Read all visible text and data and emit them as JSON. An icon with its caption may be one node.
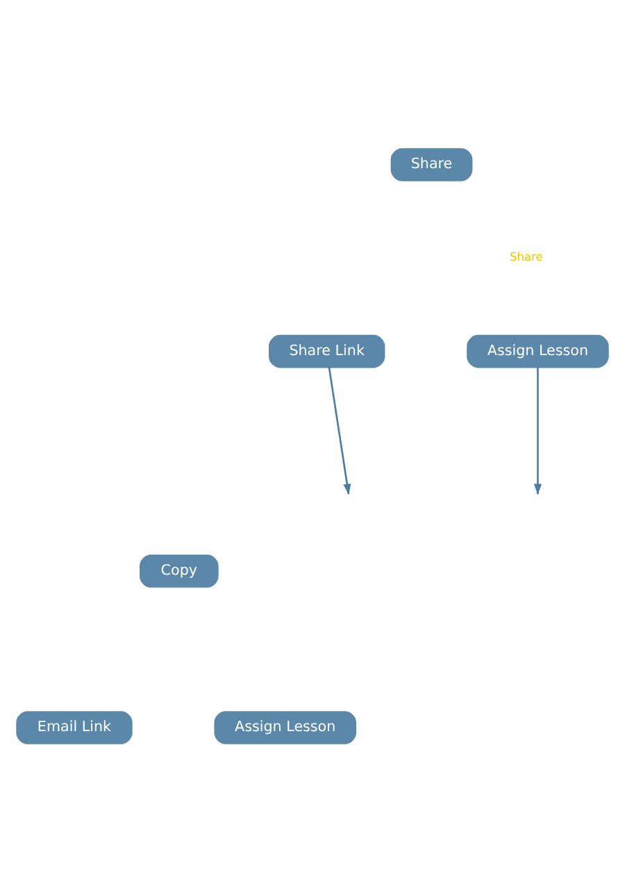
{
  "diagram": {
    "nodes": [
      {
        "text": [
          "Share"
        ]
      },
      {
        "text": [
          "Share Link"
        ]
      },
      {
        "text": [
          "Assign Lesson"
        ]
      },
      {
        "text": [
          "Copy"
        ]
      },
      {
        "text": [
          "Email Link"
        ]
      },
      {
        "text": [
          "Assign Lesson"
        ]
      }
    ],
    "edges": [
      {
        "from": 1,
        "to": null,
        "arrow": "to"
      },
      {
        "from": 2,
        "to": null,
        "arrow": "to"
      }
    ],
    "labels": [
      "Share"
    ]
  }
}
